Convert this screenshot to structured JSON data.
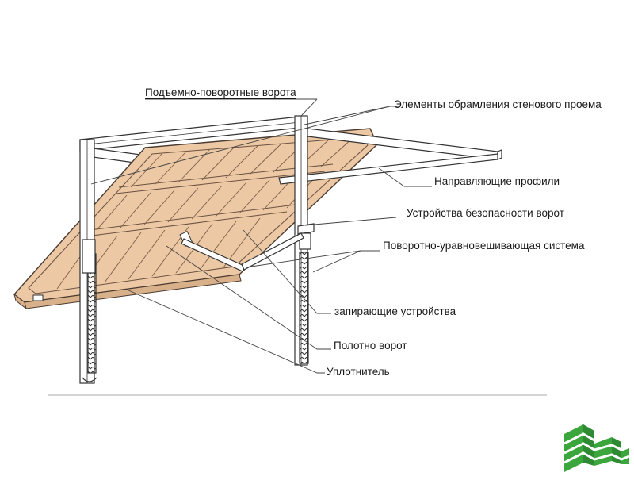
{
  "diagram": {
    "title": "Подъемно-поворотные ворота",
    "callouts": [
      {
        "id": "framing",
        "text": "Элементы обрамления стенового проема"
      },
      {
        "id": "guides",
        "text": "Направляющие профили"
      },
      {
        "id": "safety",
        "text": "Устройства безопасности ворот"
      },
      {
        "id": "balance",
        "text": "Поворотно-уравновешивающая система"
      },
      {
        "id": "locks",
        "text": "запирающие устройства"
      },
      {
        "id": "panel",
        "text": "Полотно ворот"
      },
      {
        "id": "seal",
        "text": "Уплотнитель"
      }
    ]
  },
  "colors": {
    "panel_fill": "#ecc8a4",
    "panel_stroke": "#4a3a30",
    "line": "#333333",
    "logo_green": "#3aa63c",
    "logo_dark": "#2e8b34"
  },
  "logo": {
    "icon": "building-stairs-logo"
  }
}
